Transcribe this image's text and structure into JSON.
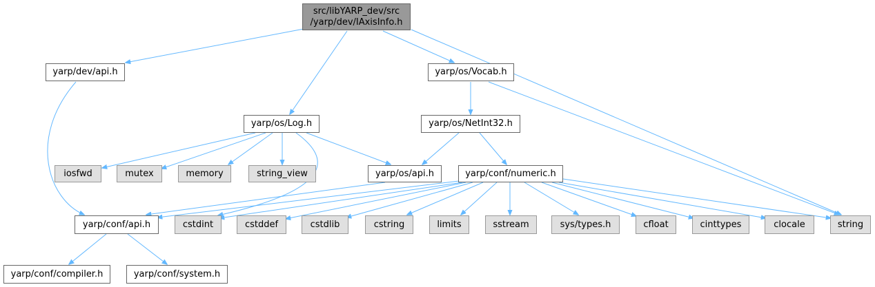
{
  "colors": {
    "edge": "#63b8ff",
    "root_fill": "#999999",
    "system_fill": "#e0e0e0",
    "normal_fill": "#ffffff",
    "border": "#666666"
  },
  "nodes": {
    "root": "src/libYARP_dev/src\n/yarp/dev/IAxisInfo.h",
    "dev_api": "yarp/dev/api.h",
    "vocab": "yarp/os/Vocab.h",
    "log": "yarp/os/Log.h",
    "netint32": "yarp/os/NetInt32.h",
    "iosfwd": "iosfwd",
    "mutex": "mutex",
    "memory": "memory",
    "string_view": "string_view",
    "os_api": "yarp/os/api.h",
    "numeric": "yarp/conf/numeric.h",
    "conf_api": "yarp/conf/api.h",
    "cstdint": "cstdint",
    "cstddef": "cstddef",
    "cstdlib": "cstdlib",
    "cstring": "cstring",
    "limits": "limits",
    "sstream": "sstream",
    "systypes": "sys/types.h",
    "cfloat": "cfloat",
    "cinttypes": "cinttypes",
    "clocale": "clocale",
    "string": "string",
    "compiler": "yarp/conf/compiler.h",
    "system": "yarp/conf/system.h"
  }
}
